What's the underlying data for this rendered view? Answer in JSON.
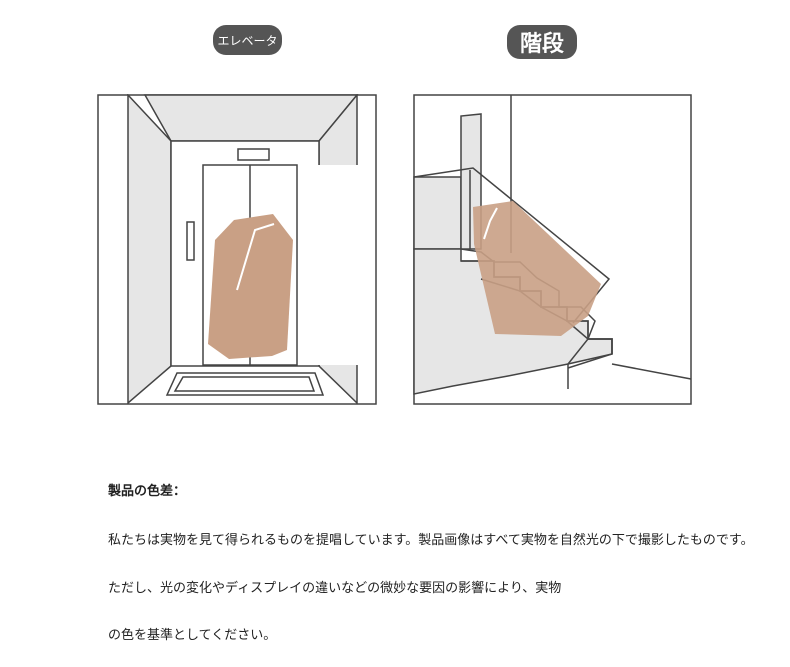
{
  "labels": {
    "elevator": "エレベータ",
    "stairs": "階段"
  },
  "notice": {
    "heading": "製品の色差：",
    "lines": [
      "私たちは実物を見て得られるものを提唱しています。製品画像はすべて実物を自然光の下で撮影したものです。",
      "ただし、光の変化やディスプレイの違いなどの微妙な要因の影響により、実物",
      "の色を基準としてください。"
    ]
  },
  "colors": {
    "package": "#c9a085",
    "line": "#444444",
    "wall": "#e6e6e6",
    "pill": "#555555"
  }
}
